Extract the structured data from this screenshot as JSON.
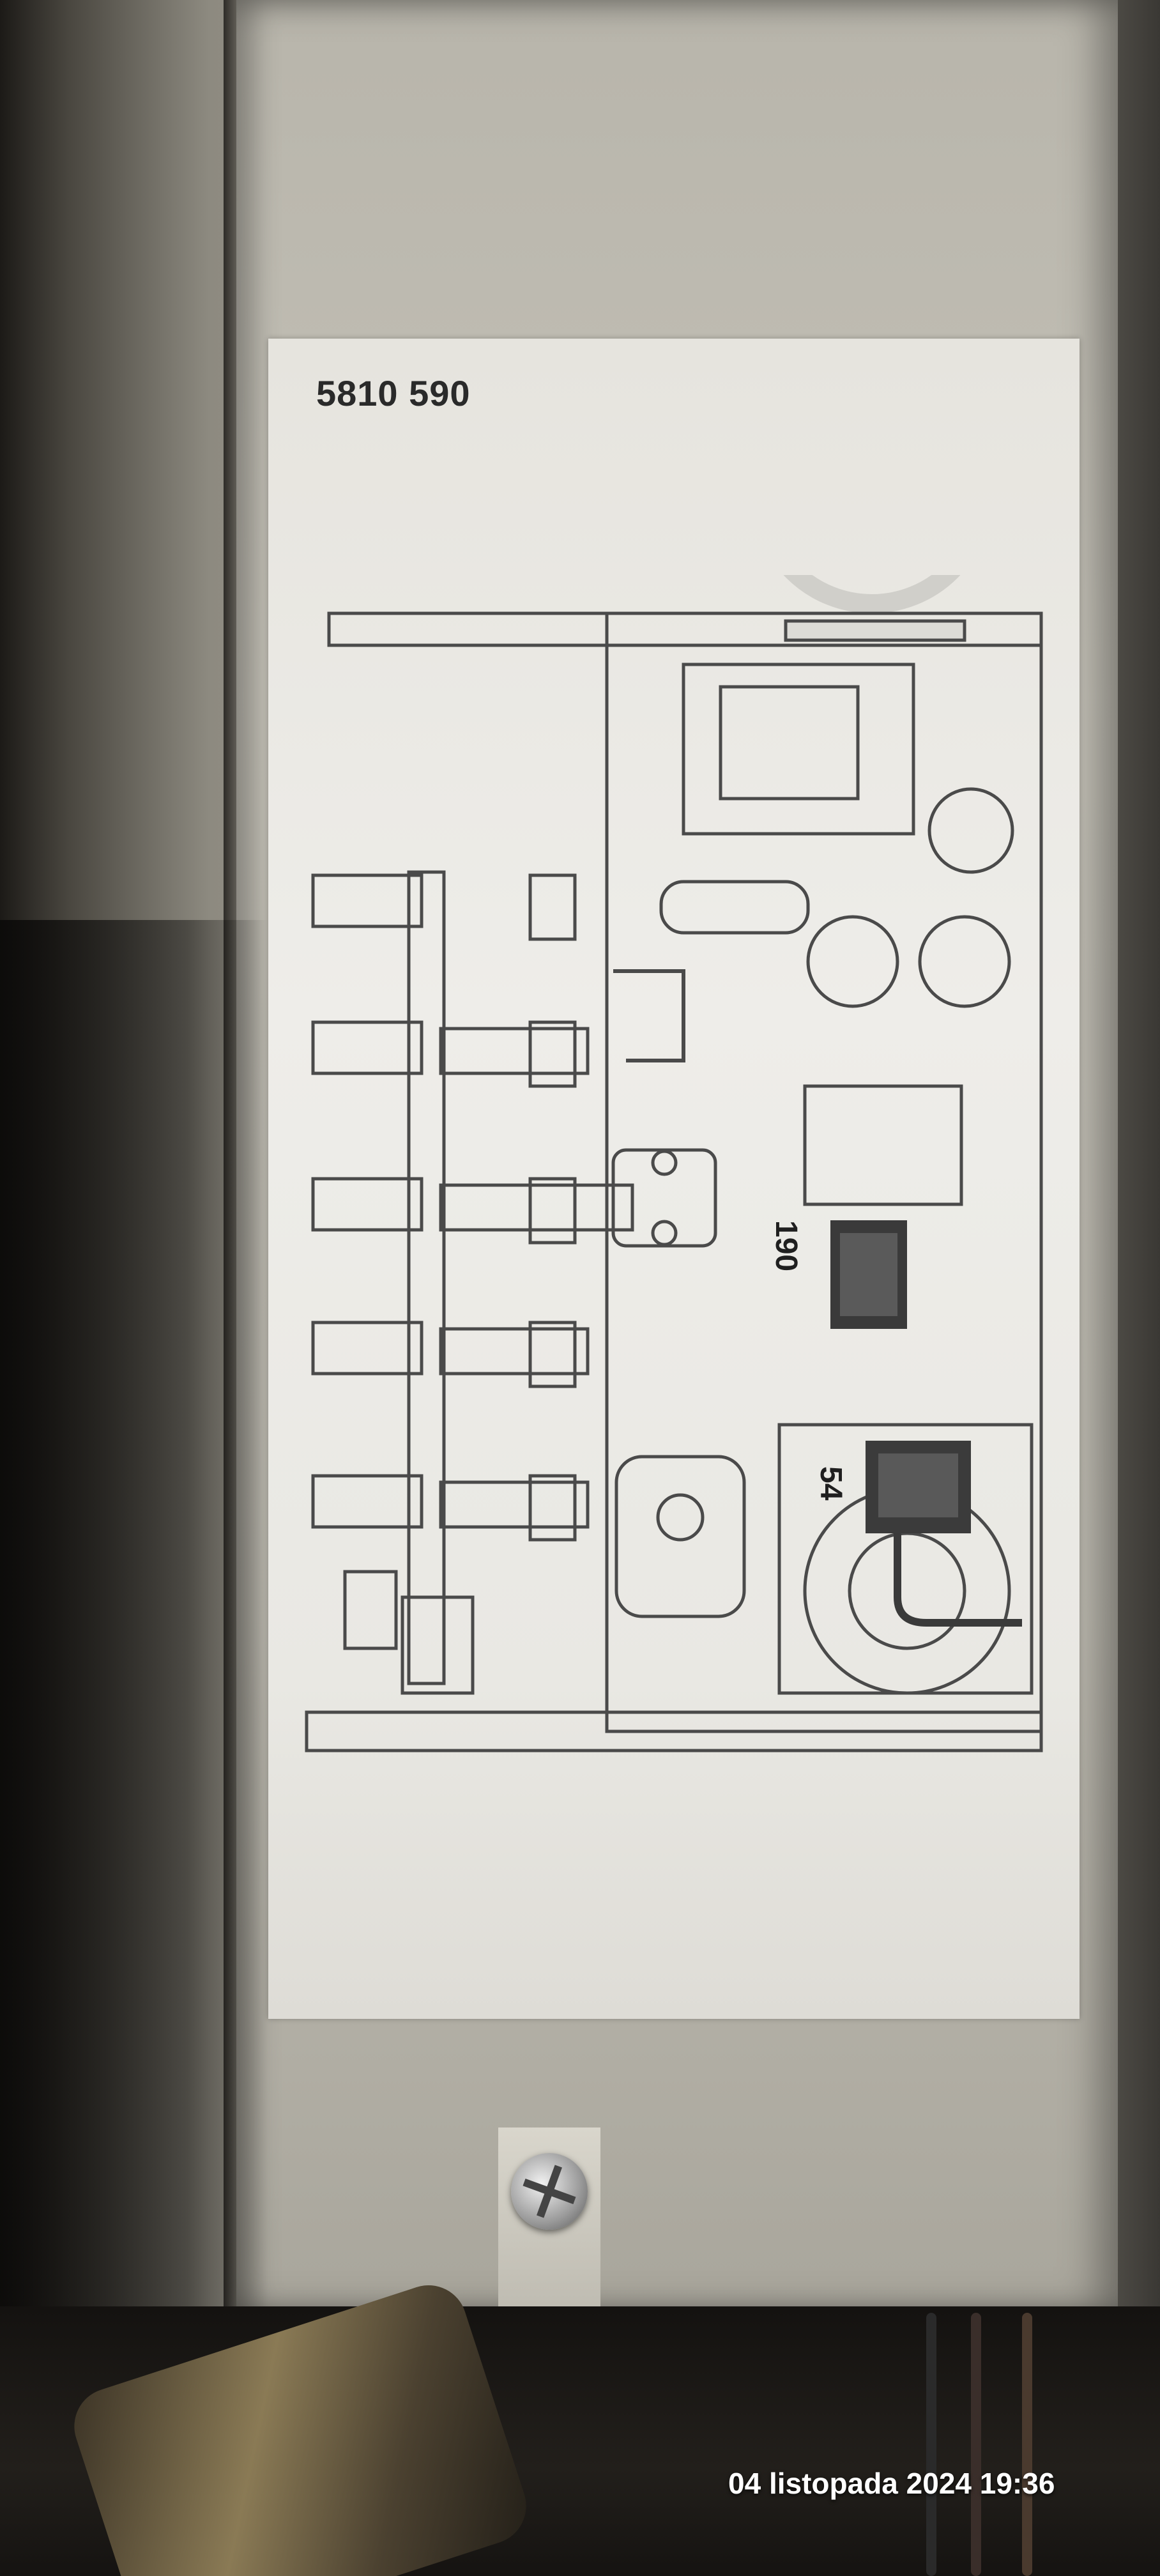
{
  "sticker": {
    "part_number": "5810 590",
    "diagram_labels": [
      "190",
      "54"
    ]
  },
  "overlay": {
    "timestamp": "04 listopada 2024 19:36"
  }
}
